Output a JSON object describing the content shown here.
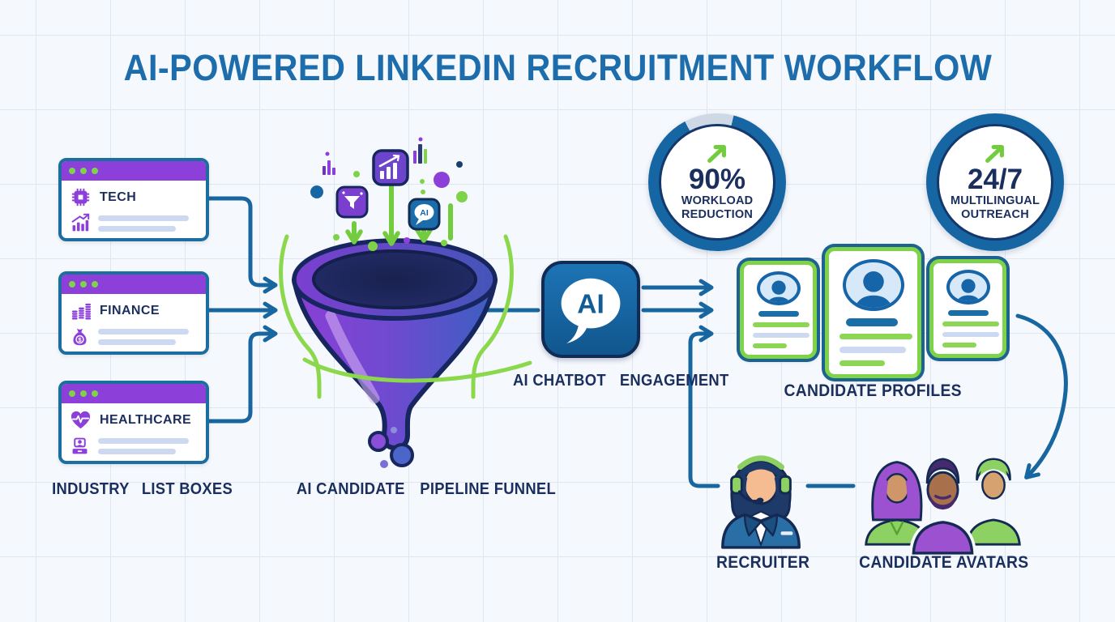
{
  "title": "AI-POWERED LINKEDIN RECRUITMENT WORKFLOW",
  "colors": {
    "bg": "#f5f8fc",
    "grid": "#dde6f2",
    "connector": "#1766a0",
    "outline": "#17265f",
    "text": "#1b2f5e",
    "title": "#1d6dad",
    "purple": "#8c3fd9",
    "green": "#7ed348",
    "green-bright": "#72cc3e",
    "badge-ring": "#1566a3",
    "blue-bar": "#1b6fa8",
    "light-bar": "#ccd9f0",
    "card-border": "#7ed348",
    "card-edge": "#1c6392",
    "box-border": "#1b6e9e"
  },
  "industry": {
    "label_line1": "INDUSTRY",
    "label_line2": "LIST BOXES",
    "items": [
      {
        "name": "TECH",
        "icon": "chip-icon",
        "icon2": "bar-chart-up-icon"
      },
      {
        "name": "FINANCE",
        "icon": "coin-stack-icon",
        "icon2": "money-bag-icon"
      },
      {
        "name": "HEALTHCARE",
        "icon": "heart-pulse-icon",
        "icon2": "telehealth-icon"
      }
    ]
  },
  "funnel": {
    "label_line1": "AI CANDIDATE",
    "label_line2": "PIPELINE FUNNEL",
    "ai_icon_text": "AI"
  },
  "chatbot": {
    "icon_text": "AI",
    "label_line1": "AI CHATBOT",
    "label_line2": "ENGAGEMENT"
  },
  "badges": [
    {
      "value": "90%",
      "label_line1": "WORKLOAD",
      "label_line2": "REDUCTION"
    },
    {
      "value": "24/7",
      "label_line1": "MULTILINGUAL",
      "label_line2": "OUTREACH"
    }
  ],
  "profiles": {
    "label": "CANDIDATE PROFILES"
  },
  "recruiter": {
    "label": "RECRUITER"
  },
  "avatars": {
    "label": "CANDIDATE AVATARS"
  }
}
